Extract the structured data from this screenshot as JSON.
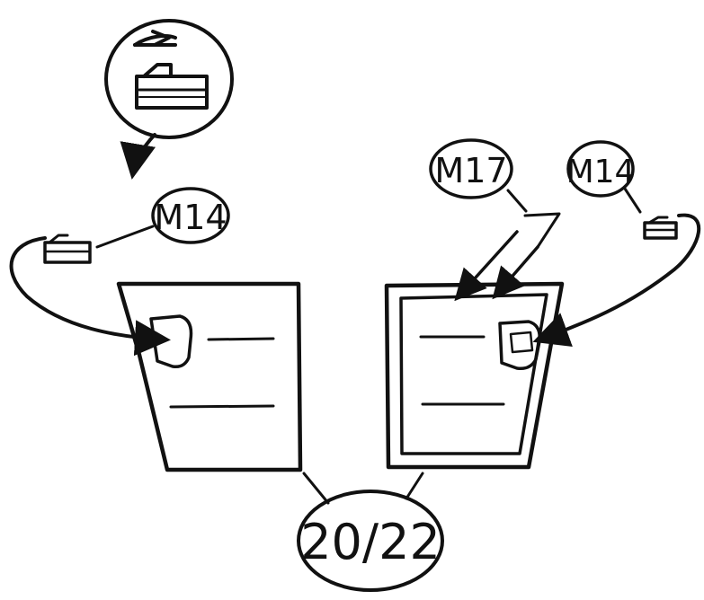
{
  "labels": {
    "m14_left": "M14",
    "m17": "M17",
    "m14_right": "M14",
    "page": "20/22"
  },
  "colors": {
    "ink": "#111111",
    "paper": "#ffffff"
  }
}
